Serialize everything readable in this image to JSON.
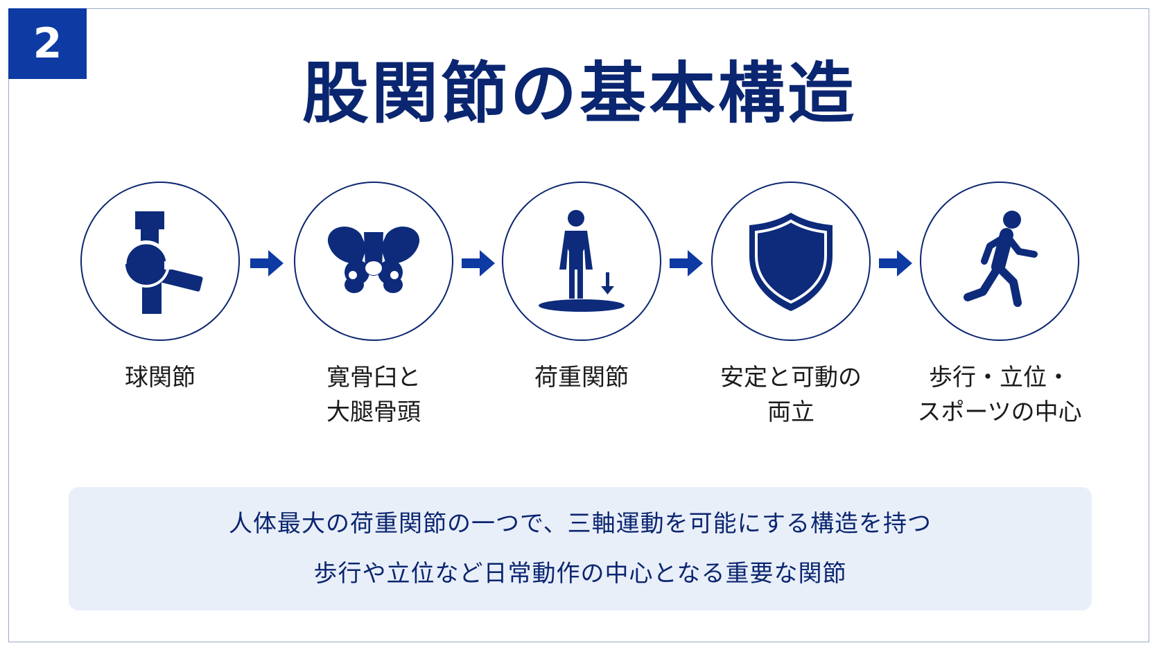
{
  "slide_number": "2",
  "title": "股関節の基本構造",
  "steps": [
    {
      "icon": "hip-joint-icon",
      "label": "球関節"
    },
    {
      "icon": "pelvis-icon",
      "label": "寛骨臼と\n大腿骨頭"
    },
    {
      "icon": "standing-person-load-icon",
      "label": "荷重関節"
    },
    {
      "icon": "shield-icon",
      "label": "安定と可動の\n両立"
    },
    {
      "icon": "walking-person-icon",
      "label": "歩行・立位・\nスポーツの中心"
    }
  ],
  "summary": {
    "line1": "人体最大の荷重関節の一つで、三軸運動を可能にする構造を持つ",
    "line2": "歩行や立位など日常動作の中心となる重要な関節"
  },
  "colors": {
    "primary": "#0b2670",
    "badge": "#0d3aa3",
    "panel": "#e9eff9",
    "icon": "#0d2b7a"
  }
}
